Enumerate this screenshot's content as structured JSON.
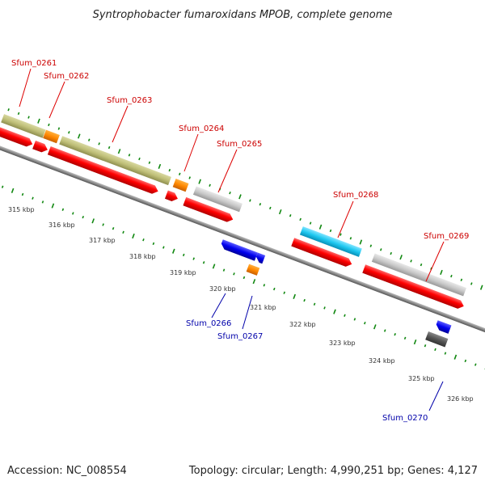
{
  "title": "Syntrophobacter fumaroxidans MPOB, complete genome",
  "footer": {
    "accession": "Accession: NC_008554",
    "topology": "Topology: circular; Length: 4,990,251 bp; Genes: 4,127"
  },
  "colors": {
    "forward_label": "#cc0000",
    "reverse_label": "#0000aa",
    "cds": "#ff0000",
    "blue_cds": "#0000ee",
    "orange": "#ff8800",
    "olive": "#bfbf78",
    "light_gray": "#c8c8c8",
    "cyan": "#1ec8f0",
    "dark_gray": "#555555",
    "tick_green": "#118811"
  },
  "kbp_labels": [
    "315 kbp",
    "316 kbp",
    "317 kbp",
    "318 kbp",
    "319 kbp",
    "320 kbp",
    "321 kbp",
    "322 kbp",
    "323 kbp",
    "324 kbp",
    "325 kbp",
    "326 kbp"
  ],
  "genes": [
    {
      "name": "Sfum_0261",
      "strand": "forward"
    },
    {
      "name": "Sfum_0262",
      "strand": "forward"
    },
    {
      "name": "Sfum_0263",
      "strand": "forward"
    },
    {
      "name": "Sfum_0264",
      "strand": "forward"
    },
    {
      "name": "Sfum_0265",
      "strand": "forward"
    },
    {
      "name": "Sfum_0266",
      "strand": "reverse"
    },
    {
      "name": "Sfum_0267",
      "strand": "reverse"
    },
    {
      "name": "Sfum_0268",
      "strand": "forward"
    },
    {
      "name": "Sfum_0269",
      "strand": "forward"
    },
    {
      "name": "Sfum_0270",
      "strand": "reverse"
    }
  ]
}
